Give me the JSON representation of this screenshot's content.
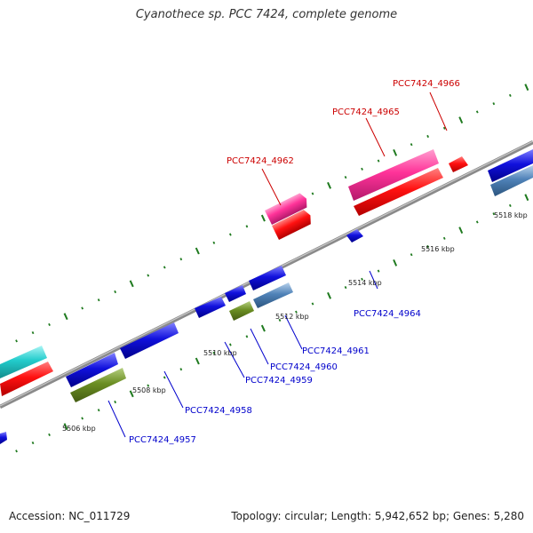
{
  "title": "Cyanothece sp. PCC 7424, complete genome",
  "footer": {
    "accession": "Accession: NC_011729",
    "topology": "Topology: circular; Length: 5,942,652 bp; Genes: 5,280"
  },
  "colors": {
    "backbone": "#8a8a8a",
    "tick_dot": "#1f7a1f",
    "upper_label": "#cc0000",
    "lower_label": "#0000cc",
    "magenta": "#ff3399",
    "red": "#ff1111",
    "cyan": "#22cccc",
    "blue": "#1111dd",
    "steel": "#4f82b8",
    "olive": "#6b8e23"
  },
  "scale_labels": [
    "5506 kbp",
    "5508 kbp",
    "5510 kbp",
    "5512 kbp",
    "5514 kbp",
    "5516 kbp",
    "5518 kbp"
  ],
  "gene_labels_upper": [
    "PCC7424_4962",
    "PCC7424_4965",
    "PCC7424_4966"
  ],
  "gene_labels_lower": [
    "PCC7424_4957",
    "PCC7424_4958",
    "PCC7424_4959",
    "PCC7424_4960",
    "PCC7424_4961",
    "PCC7424_4964"
  ]
}
